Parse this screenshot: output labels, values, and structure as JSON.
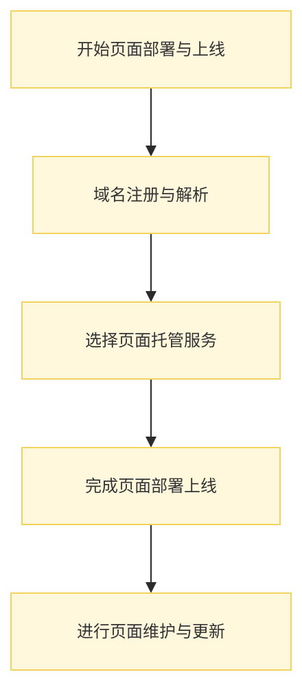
{
  "flowchart": {
    "direction": "top-to-bottom",
    "node_fill": "#fff8dc",
    "node_border": "#f2d35e",
    "text_color": "#333333",
    "edge_color": "#2b2b2b",
    "nodes": [
      {
        "id": "start",
        "label": "开始页面部署与上线"
      },
      {
        "id": "domain",
        "label": "域名注册与解析"
      },
      {
        "id": "hosting",
        "label": "选择页面托管服务"
      },
      {
        "id": "deploy",
        "label": "完成页面部署上线"
      },
      {
        "id": "maintain",
        "label": "进行页面维护与更新"
      }
    ],
    "edges": [
      {
        "from": "start",
        "to": "domain"
      },
      {
        "from": "domain",
        "to": "hosting"
      },
      {
        "from": "hosting",
        "to": "deploy"
      },
      {
        "from": "deploy",
        "to": "maintain"
      }
    ]
  }
}
